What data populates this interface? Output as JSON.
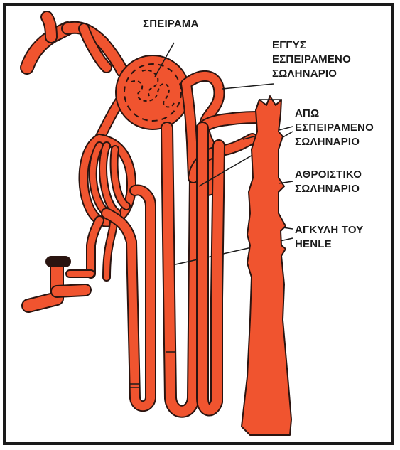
{
  "colors": {
    "tubule": "#f0542f",
    "outline": "#2a1410",
    "frame": "#1a1a1a",
    "background": "#ffffff"
  },
  "labels": {
    "glomerulus": [
      "ΣΠΕΙΡΑΜΑ"
    ],
    "proximal_tubule": [
      "ΕΓΓΥΣ",
      "ΕΣΠΕΙΡΑΜΕΝΟ",
      "ΣΩΛΗΝΑΡΙΟ"
    ],
    "distal_tubule": [
      "ΑΠΩ",
      "ΕΣΠΕΙΡΑΜΕΝΟ",
      "ΣΩΛΗΝΑΡΙΟ"
    ],
    "collecting_duct": [
      "ΑΘΡΟΙΣΤΙΚΟ",
      "ΣΩΛΗΝΑΡΙΟ"
    ],
    "loop_of_henle": [
      "ΑΓΚΥΛΗ ΤΟΥ",
      "HENLE"
    ]
  }
}
